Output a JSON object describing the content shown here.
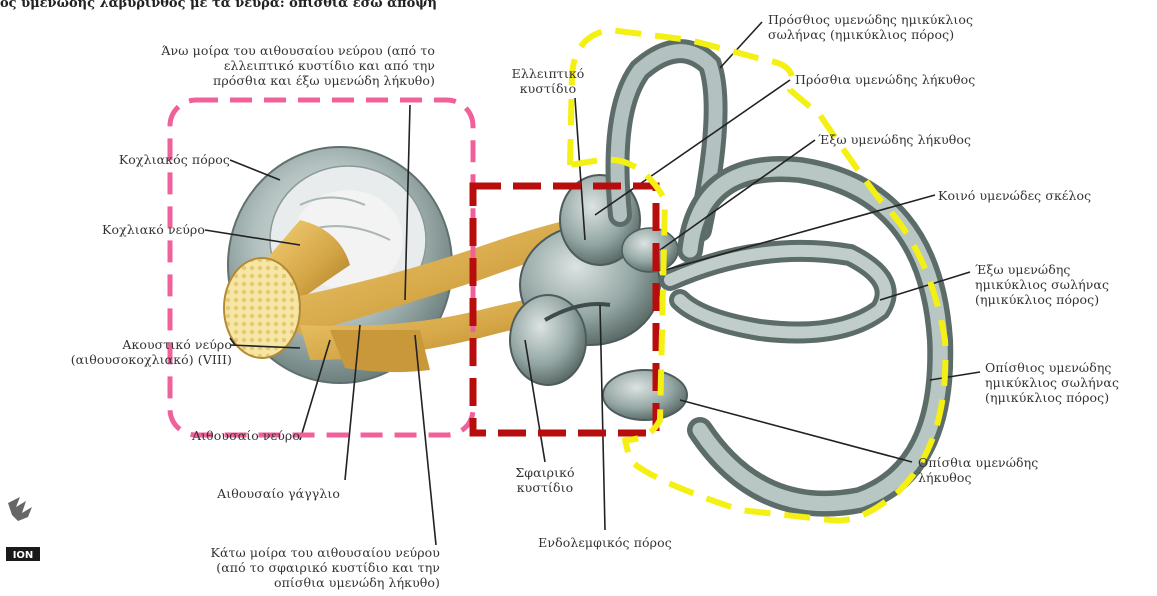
{
  "header": {
    "title": "ος υμενώδης λαβύρινθος με τα νεύρα: οπίσθια έσω άποψη"
  },
  "labels": {
    "anterior_duct": "Πρόσθιος υμενώδης ημικύκλιος\nσωλήνας (ημικύκλιος πόρος)",
    "anterior_ampulla": "Πρόσθια υμενώδης λήκυθος",
    "lateral_ampulla": "Έξω υμενώδης λήκυθος",
    "common_crus": "Κοινό υμενώδες σκέλος",
    "lateral_duct": "Έξω υμενώδης\nημικύκλιος σωλήνας\n(ημικύκλιος πόρος)",
    "posterior_duct": "Οπίσθιος υμενώδης\nημικύκλιος σωλήνας\n(ημικύκλιος πόρος)",
    "posterior_ampulla": "Οπίσθια υμενώδης\nλήκυθος",
    "endolymphatic_duct": "Ενδολεμφικός πόρος",
    "saccule": "Σφαιρικό\nκυστίδιο",
    "utricle": "Ελλειπτικό\nκυστίδιο",
    "superior_vestibular": "Άνω μοίρα του αιθουσαίου νεύρου (από το\nελλειπτικό κυστίδιο και από την\nπρόσθια και έξω υμενώδη λήκυθο)",
    "cochlear_duct": "Κοχλιακός πόρος",
    "cochlear_nerve": "Κοχλιακό νεύρο",
    "acoustic_nerve": "Ακουστικό νεύρο\n(αιθουσοκοχλιακό) (VIII)",
    "vestibular_nerve": "Αιθουσαίο νεύρο",
    "vestibular_ganglion": "Αιθουσαίο γάγγλιο",
    "inferior_vestibular": "Κάτω μοίρα του αιθουσαίου νεύρου\n(από το σφαιρικό κυστίδιο και την\nοπίσθια υμενώδη λήκυθο)"
  },
  "colors": {
    "pink_box": "#f0609a",
    "red_box": "#b80d0d",
    "yellow_outline": "#f4f014",
    "membrane": "#8fa3a0",
    "nerve": "#d6a94a"
  },
  "logo": {
    "icon": "publisher-logo-icon"
  }
}
